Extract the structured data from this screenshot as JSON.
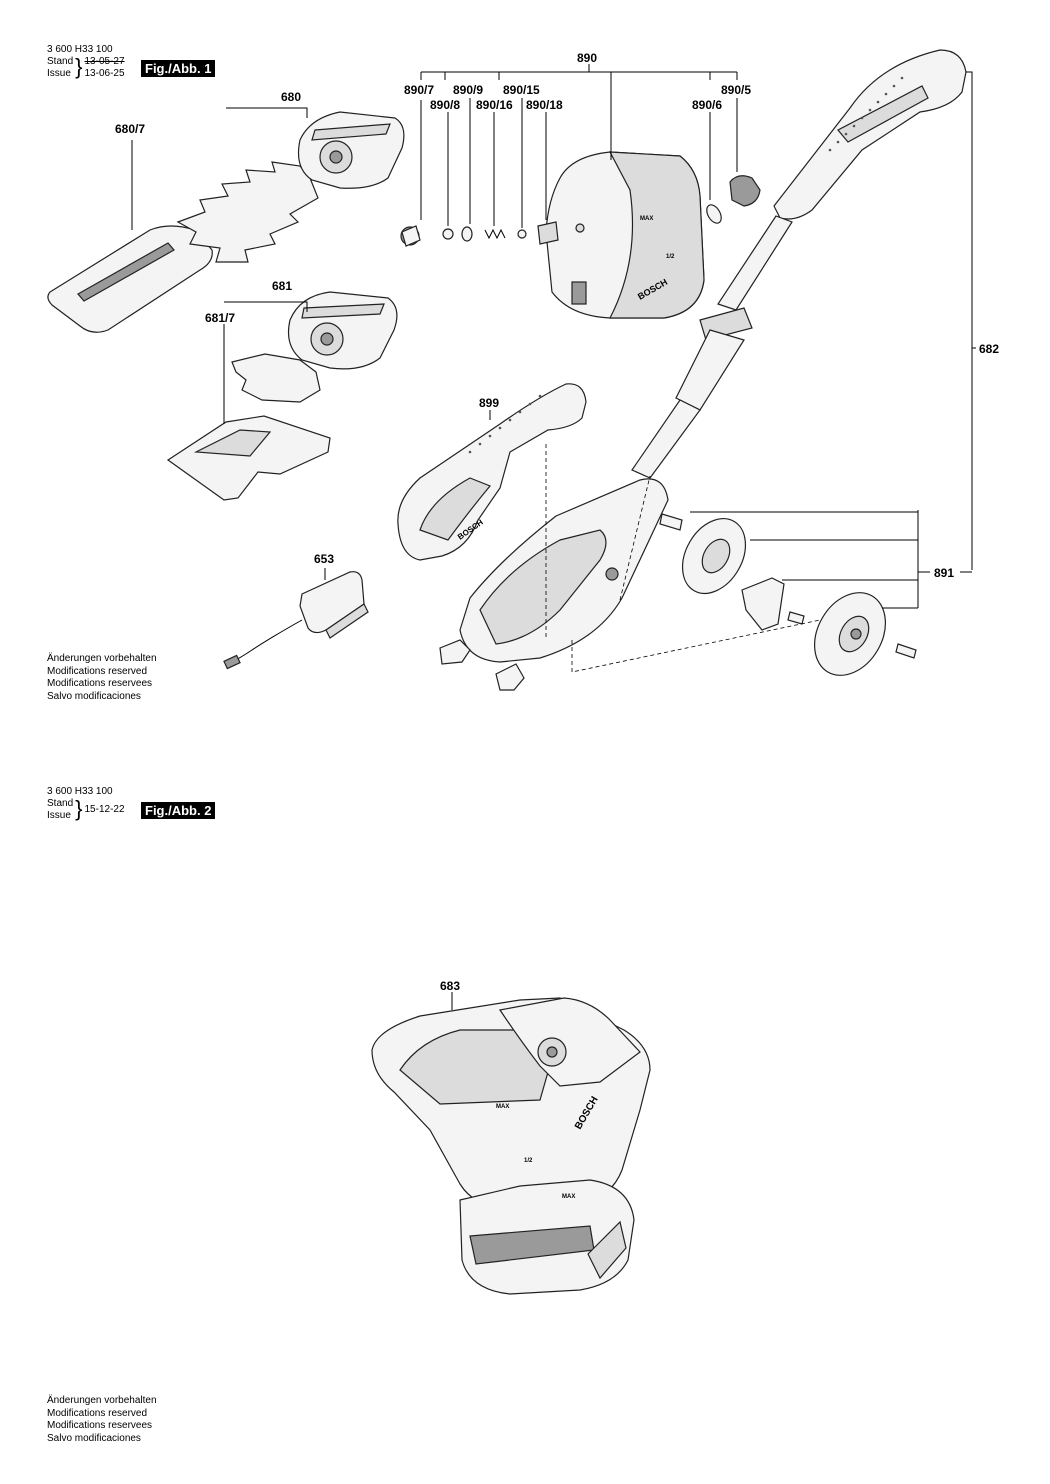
{
  "figure1": {
    "doc_number": "3 600 H33 100",
    "stand_label": "Stand",
    "issue_label": "Issue",
    "date_old": "13-05-27",
    "date_new": "13-06-25",
    "fig_label": "Fig./Abb. 1"
  },
  "figure2": {
    "doc_number": "3 600 H33 100",
    "stand_label": "Stand",
    "issue_label": "Issue",
    "date": "15-12-22",
    "fig_label": "Fig./Abb. 2"
  },
  "parts": {
    "p680": "680",
    "p680_7": "680/7",
    "p681": "681",
    "p681_7": "681/7",
    "p653": "653",
    "p890": "890",
    "p890_7": "890/7",
    "p890_8": "890/8",
    "p890_9": "890/9",
    "p890_16": "890/16",
    "p890_15": "890/15",
    "p890_18": "890/18",
    "p890_5": "890/5",
    "p890_6": "890/6",
    "p899": "899",
    "p682": "682",
    "p891": "891",
    "p683": "683"
  },
  "product_marks": {
    "brand": "BOSCH",
    "max": "MAX",
    "half": "1/2"
  },
  "notice": [
    "Änderungen vorbehalten",
    "Modifications reserved",
    "Modifications reservees",
    "Salvo modificaciones"
  ]
}
